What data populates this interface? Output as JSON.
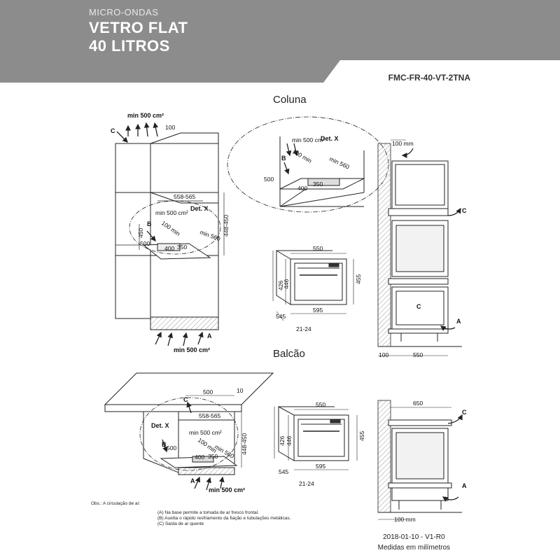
{
  "header": {
    "category": "MICRO-ONDAS",
    "title_line1": "VETRO FLAT",
    "title_line2": "40 LITROS",
    "model": "FMC-FR-40-VT-2TNA"
  },
  "sections": {
    "column_title": "Coluna",
    "counter_title": "Balcão"
  },
  "labels": {
    "min_vent": "min 500 cm²",
    "min_vent_small": "min 500 cm²",
    "det_x": "Det. X",
    "flow_a": "A",
    "flow_b": "B",
    "flow_c": "C",
    "dim_100": "100",
    "dim_100mm": "100 mm",
    "dim_100min": "100 min",
    "dim_min560": "min 560",
    "dim_500": "500",
    "dim_400": "400",
    "dim_350": "350",
    "dim_450": "450",
    "dim_558_565": "558-565",
    "dim_448_450": "448-450",
    "dim_550": "550",
    "dim_426": "426",
    "dim_446": "446",
    "dim_455": "455",
    "dim_595": "595",
    "dim_545": "545",
    "dim_21_24": "21-24",
    "dim_650": "650",
    "dim_10": "10"
  },
  "notes": {
    "heading": "Obs.: A circulação de ar:",
    "a": "(A) Na base permite a tomada de ar fresco frontal.",
    "b": "(B) Auxilia o rápido resfriamento da fiação e tubulações metálicas.",
    "c": "(C) Saída de ar quente"
  },
  "footer": {
    "version": "2018-01-10 - V1-R0",
    "units": "Medidas em milímetros"
  },
  "colors": {
    "banner_gray": "#8c8c8c",
    "line": "#222222",
    "hatch": "#888888"
  }
}
